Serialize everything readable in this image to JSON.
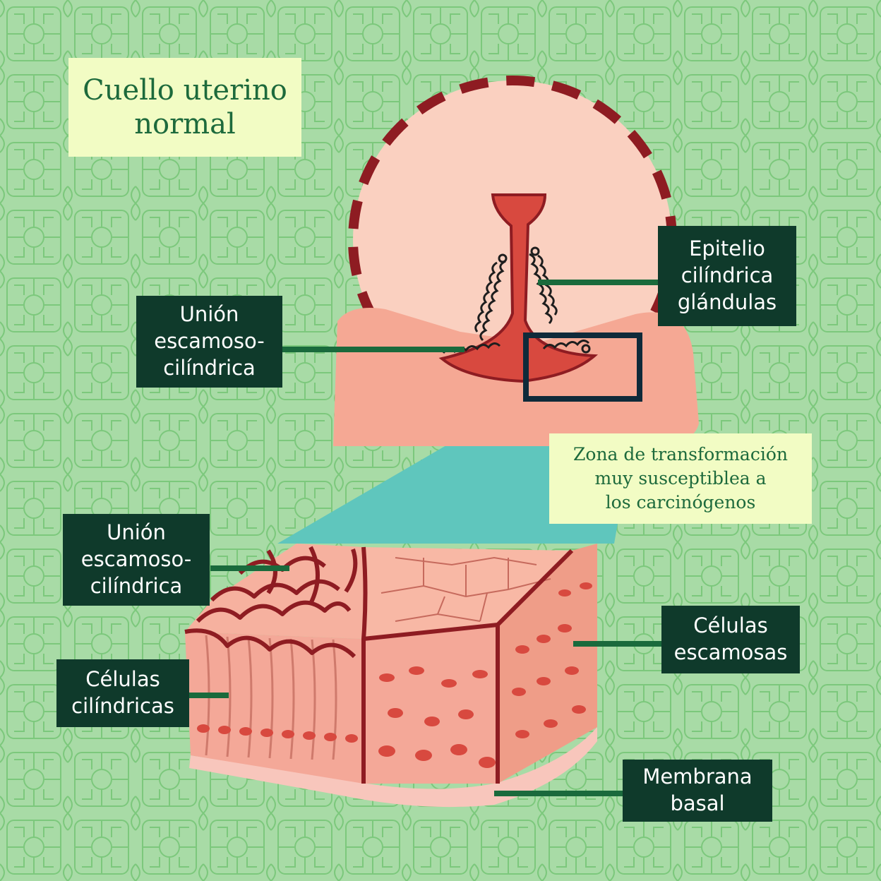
{
  "title": {
    "line1": "Cuello uterino",
    "line2": "normal"
  },
  "zone_note": {
    "line1": "Zona de transformación",
    "line2": "muy susceptiblea a",
    "line3": "los carcinógenos"
  },
  "labels": {
    "epitelio": {
      "line1": "Epitelio",
      "line2": "cilíndrica",
      "line3": "glándulas"
    },
    "union_top": {
      "line1": "Unión",
      "line2": "escamoso-",
      "line3": "cilíndrica"
    },
    "union_bottom": {
      "line1": "Unión",
      "line2": "escamoso-",
      "line3": "cilíndrica"
    },
    "celulas_escamosas": {
      "line1": "Células",
      "line2": "escamosas"
    },
    "celulas_cilindricas": {
      "line1": "Células",
      "line2": "cilíndricas"
    },
    "membrana_basal": {
      "line1": "Membrana",
      "line2": "basal"
    }
  },
  "colors": {
    "background": "#a8dba6",
    "pattern": "#7cc87c",
    "label_bg": "#0f3a2b",
    "leader": "#1a6a3c",
    "note_bg": "#f2fcc4",
    "tissue_light": "#fad0c0",
    "tissue": "#f5a894",
    "canal": "#d8493f",
    "dark_red": "#8e1c22",
    "zoom_teal": "#5fc6bd",
    "navy": "#0f2a3a"
  }
}
